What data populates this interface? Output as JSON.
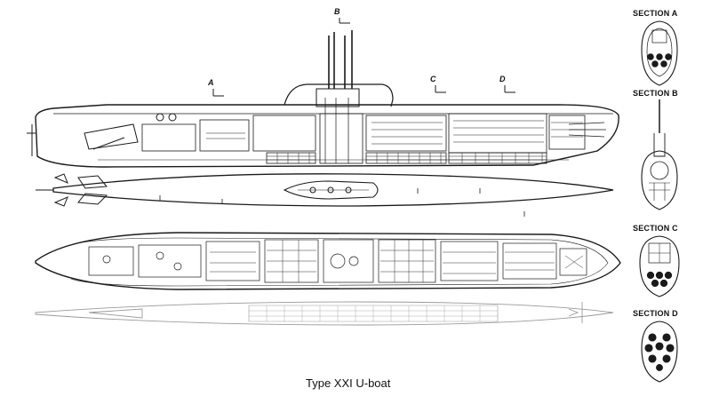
{
  "caption": "Type XXI U-boat",
  "cut_markers": {
    "a": "A",
    "b": "B",
    "c": "C",
    "d": "D"
  },
  "sections": {
    "a": "SECTION A",
    "b": "SECTION B",
    "c": "SECTION C",
    "d": "SECTION D"
  },
  "colors": {
    "ink": "#1a1a1a",
    "paper": "#ffffff",
    "ghost": "#888888"
  }
}
